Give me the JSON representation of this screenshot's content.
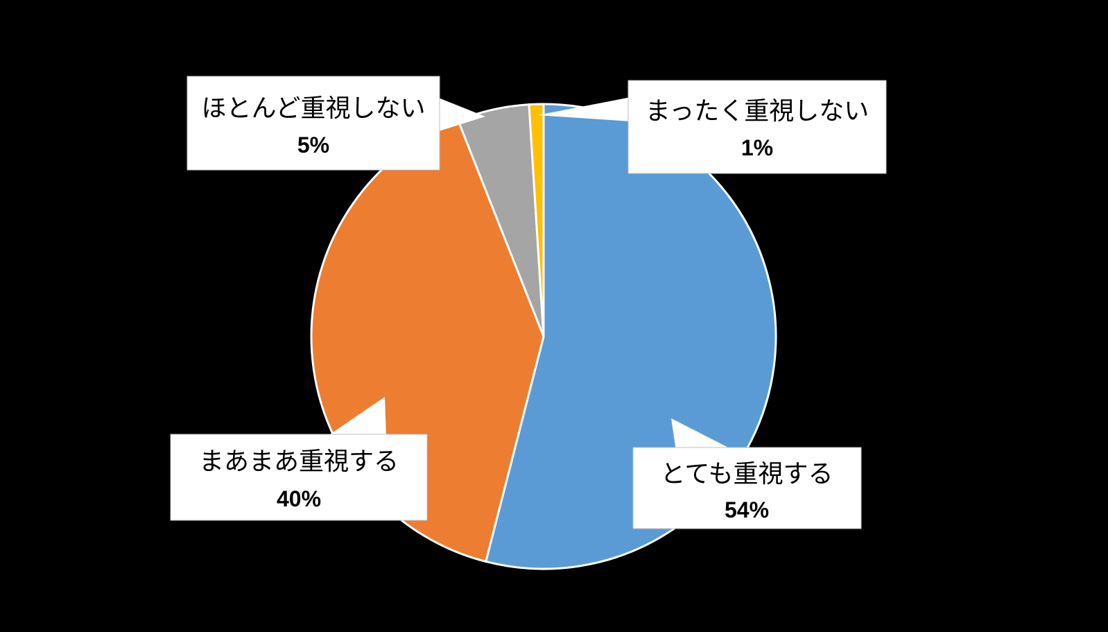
{
  "chart_data": {
    "type": "pie",
    "title": "",
    "start": "top",
    "direction": "clockwise",
    "slices": [
      {
        "label": "とても重視する",
        "value": 54,
        "value_label": "54%",
        "color": "#5B9BD5"
      },
      {
        "label": "まあまあ重視する",
        "value": 40,
        "value_label": "40%",
        "color": "#ED7D31"
      },
      {
        "label": "ほとんど重視しない",
        "value": 5,
        "value_label": "5%",
        "color": "#A5A5A5"
      },
      {
        "label": "まったく重視しない",
        "value": 1,
        "value_label": "1%",
        "color": "#FFC000"
      }
    ],
    "legend": "none",
    "data_labels": "callouts"
  }
}
